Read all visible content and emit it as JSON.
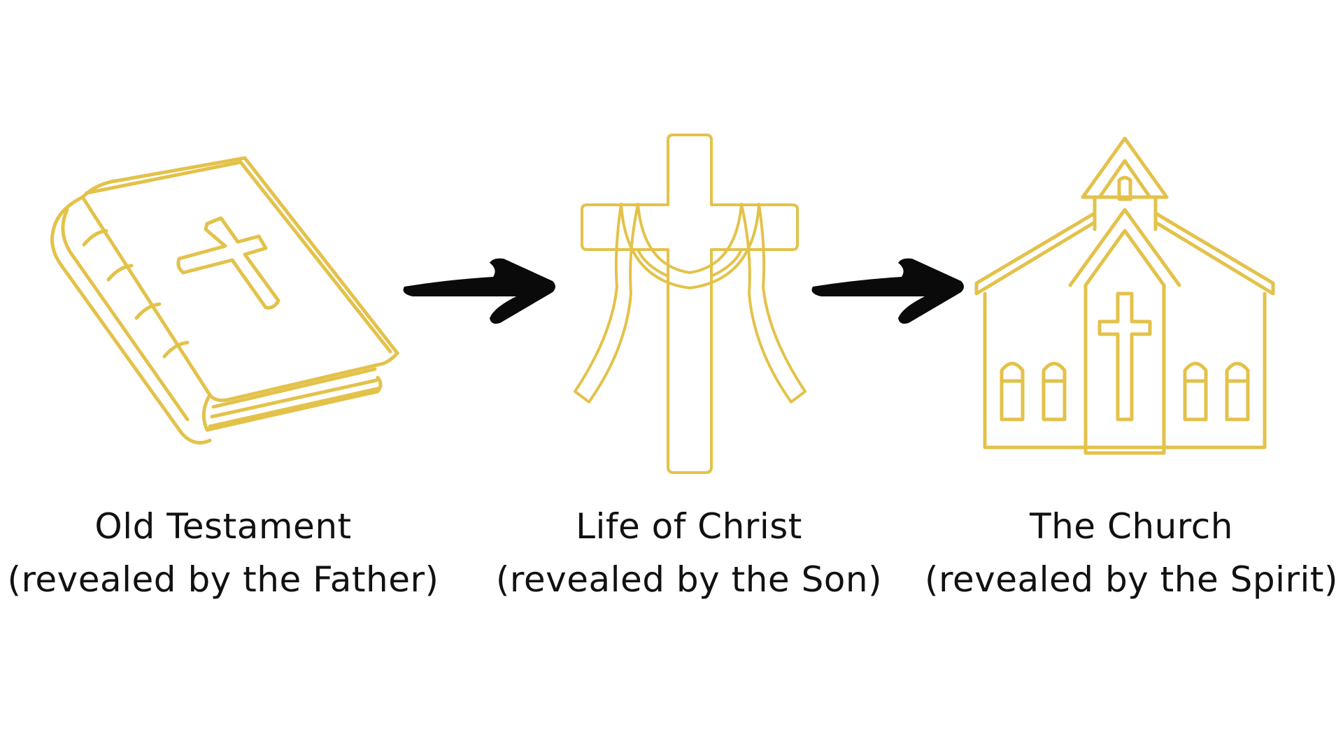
{
  "colors": {
    "gold": "#E3C24A",
    "arrow": "#0A0A0A",
    "text": "#111111",
    "background": "#FFFFFF"
  },
  "steps": [
    {
      "icon": "bible-icon",
      "title": "Old Testament",
      "subtitle": "(revealed by the Father)"
    },
    {
      "icon": "draped-cross-icon",
      "title": "Life of Christ",
      "subtitle": "(revealed by the Son)"
    },
    {
      "icon": "church-icon",
      "title": "The Church",
      "subtitle": "(revealed by the Spirit)"
    }
  ],
  "connectors": [
    "arrow-right-icon",
    "arrow-right-icon"
  ]
}
